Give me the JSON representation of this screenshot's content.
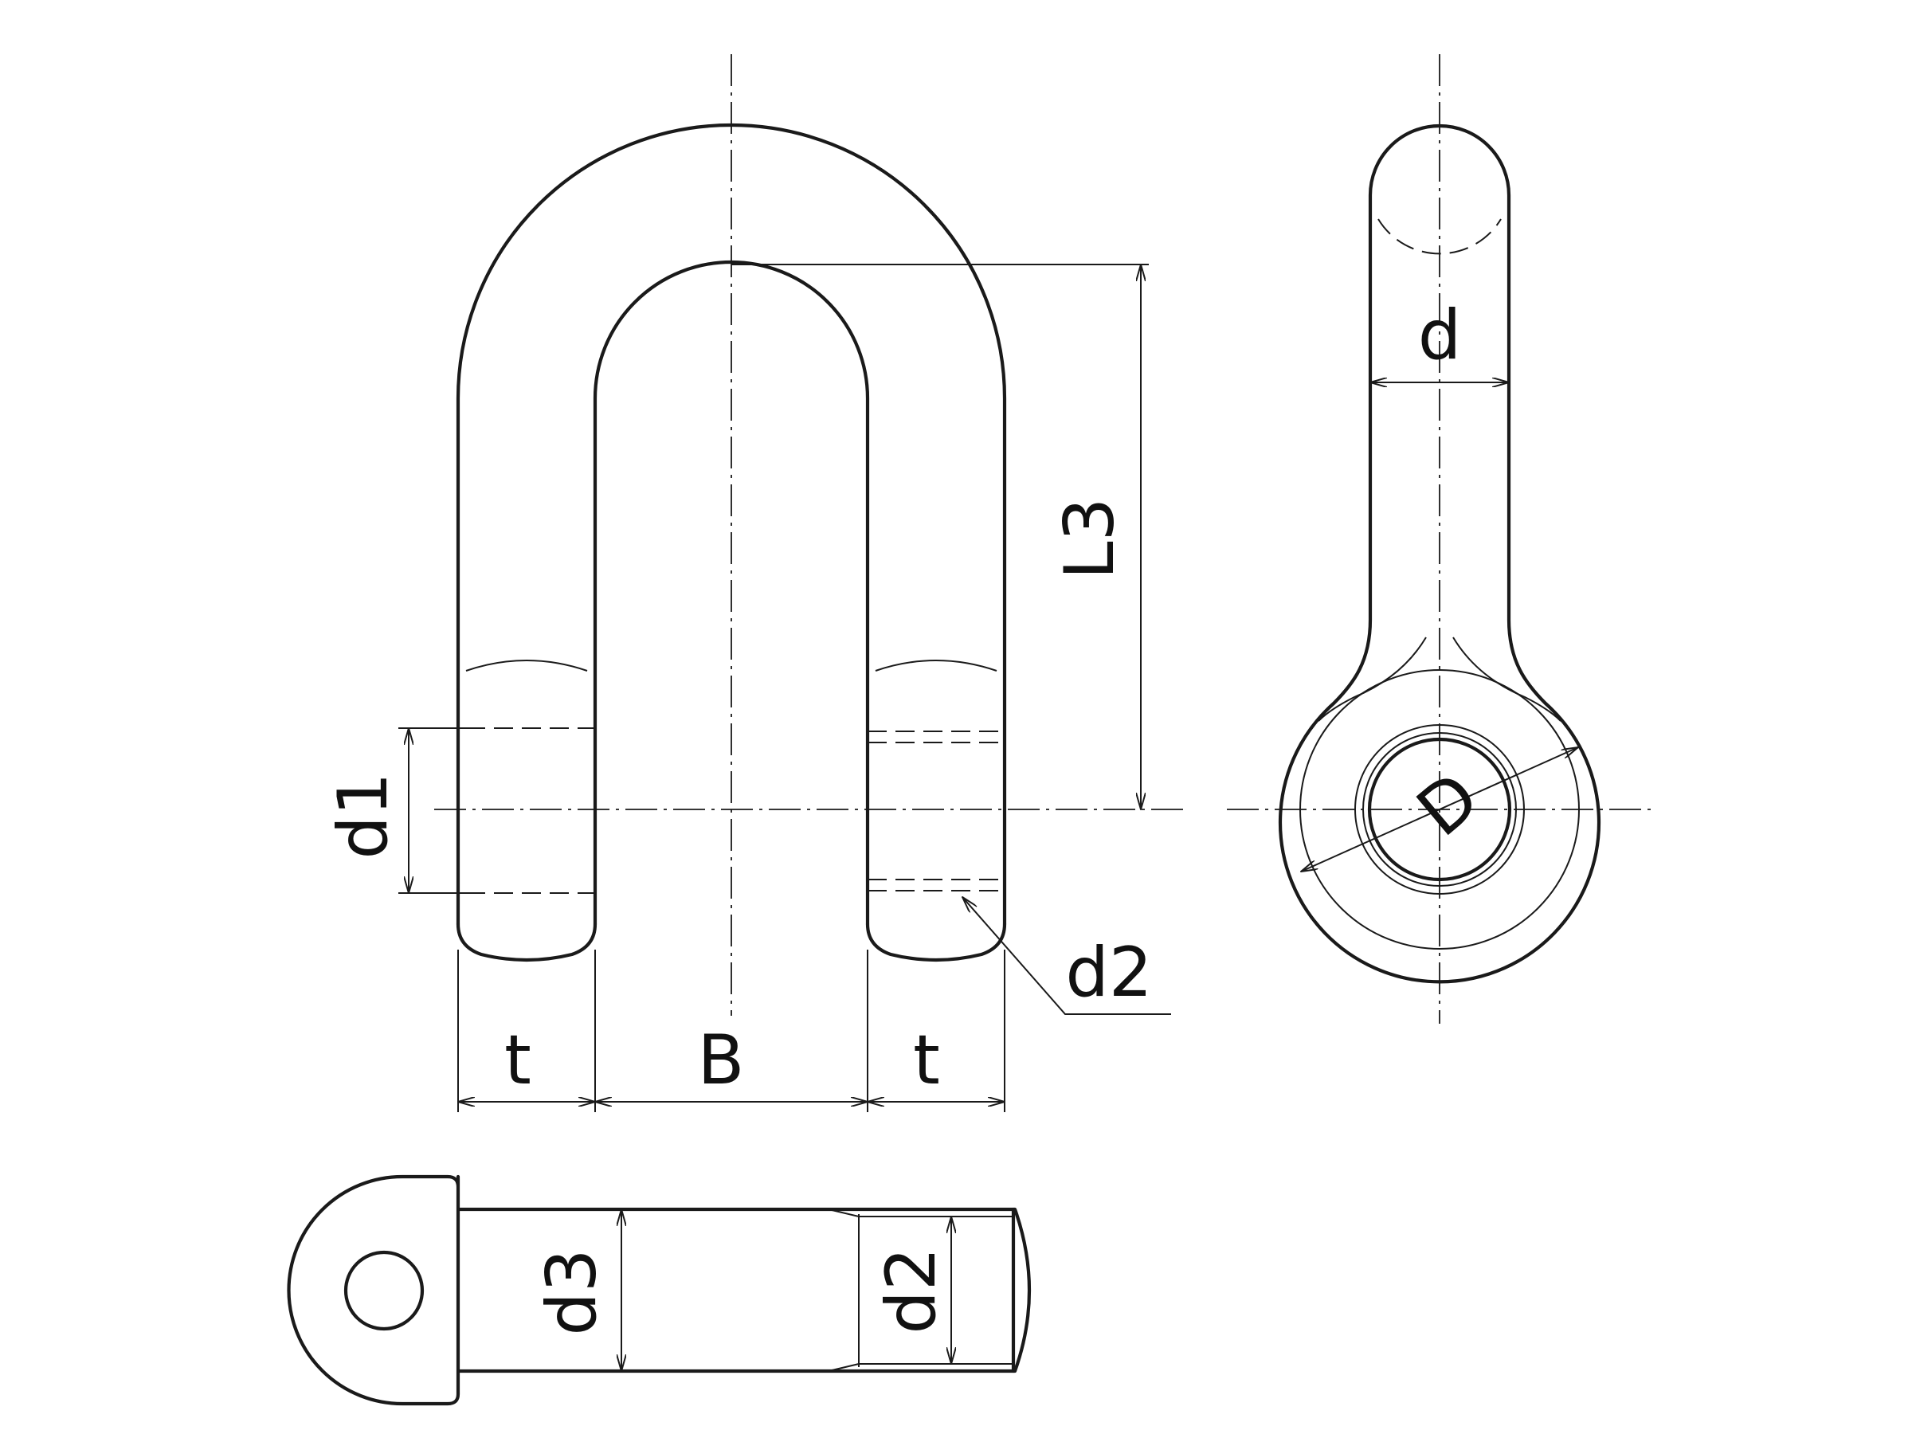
{
  "labels": {
    "d": "d",
    "L3": "L3",
    "d1": "d1",
    "d2": "d2",
    "t_left": "t",
    "B": "B",
    "t_right": "t",
    "D": "D",
    "d3": "d3",
    "d2_pin": "d2"
  }
}
